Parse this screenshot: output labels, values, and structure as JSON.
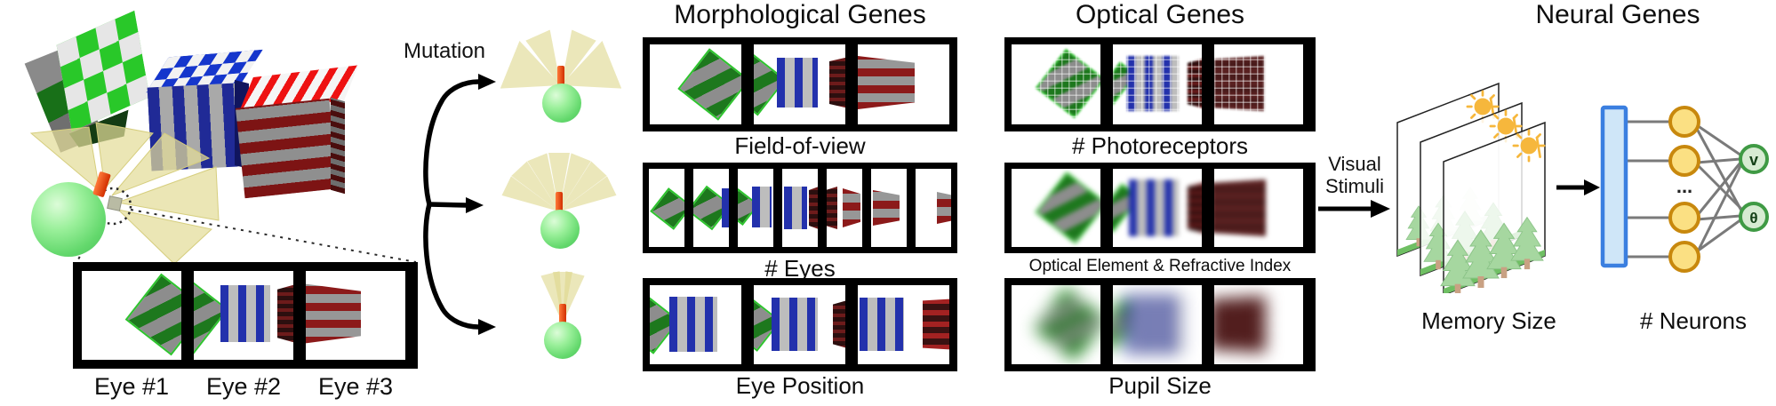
{
  "figure": {
    "left_scene": {
      "eye_labels": [
        "Eye #1",
        "Eye #2",
        "Eye #3"
      ],
      "mutation_label": "Mutation"
    },
    "morphological": {
      "title": "Morphological Genes",
      "captions": [
        "Field-of-view",
        "# Eyes",
        "Eye Position"
      ]
    },
    "optical": {
      "title": "Optical Genes",
      "captions": [
        "# Photoreceptors",
        "Optical Element & Refractive Index",
        "Pupil Size"
      ]
    },
    "neural": {
      "title": "Neural Genes",
      "memory_label": "Memory Size",
      "neurons_label": "# Neurons",
      "output_labels": [
        "v",
        "θ"
      ],
      "hidden_ellipsis": "..."
    },
    "flow": {
      "visual_stimuli_label": "Visual Stimuli"
    },
    "colors": {
      "frustum_yellow": "#e7e2ab",
      "agent_green": "#7be87b",
      "stick_red": "#e03a00",
      "frame_black": "#000000",
      "network_input_fill": "#cfe6f8",
      "network_input_border": "#3b7fe0",
      "neuron_fill": "#fbe083",
      "neuron_border": "#c8880d",
      "output_fill": "#d7ebd2",
      "output_border": "#3f9a44",
      "edge_gray": "#7a7a7a",
      "tree_green": "#a6d7a0",
      "ground_green": "#6fbf63",
      "sun_orange": "#f6b73c"
    }
  }
}
